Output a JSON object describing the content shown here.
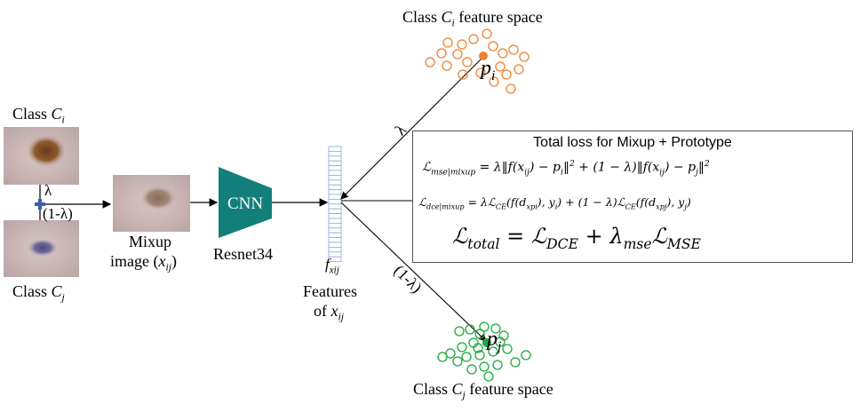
{
  "class_i_label": "Class C_i",
  "class_j_label": "Class C_j",
  "lambda_label": "λ",
  "one_minus_lambda_label": "(1-λ)",
  "mixup_label_line1": "Mixup",
  "mixup_label_line2": "image (x_ij)",
  "cnn_label": "CNN",
  "resnet_label": "Resnet34",
  "feature_symbol": "f_xij",
  "features_label_line1": "Features",
  "features_label_line2": "of x_ij",
  "arrow_upper_label": "λ",
  "arrow_lower_label": "(1-λ)",
  "feature_space_i_label": "Class C_i feature space",
  "feature_space_j_label": "Class C_j feature space",
  "prototype_i_label": "p_i",
  "prototype_j_label": "p_j",
  "loss_box": {
    "title": "Total loss for Mixup + Prototype",
    "eq_mse": "L_mse|mixup = λ||f(x_ij) − p_i||^2 + (1 − λ)||f(x_ij) − p_j||^2",
    "eq_dce": "L_dce|mixup = λL_CE(f(d_xpi), y_i) + (1 − λ)L_CE(f(d_xpj), y_j)",
    "eq_total": "L_total = L_DCE + λ_mse L_MSE"
  },
  "colors": {
    "cluster_i": "#f08030",
    "cluster_j": "#1aa83c",
    "cnn_fill": "#137f7a",
    "plus_marker": "#3a5fb0",
    "feature_bar": "#8aa8e0"
  }
}
